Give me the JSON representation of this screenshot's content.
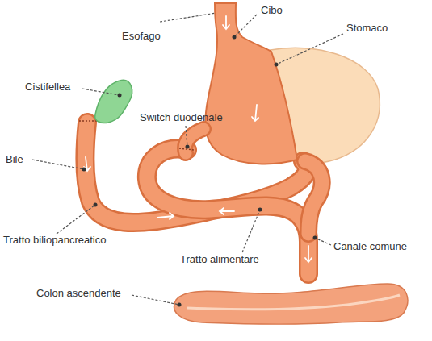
{
  "diagram": {
    "labels": [
      "Esofago",
      "Cibo",
      "Stomaco",
      "Cistifellea",
      "Switch duodenale",
      "Bile",
      "Tratto biliopancreatico",
      "Tratto alimentare",
      "Canale comune",
      "Colon ascendente"
    ]
  }
}
